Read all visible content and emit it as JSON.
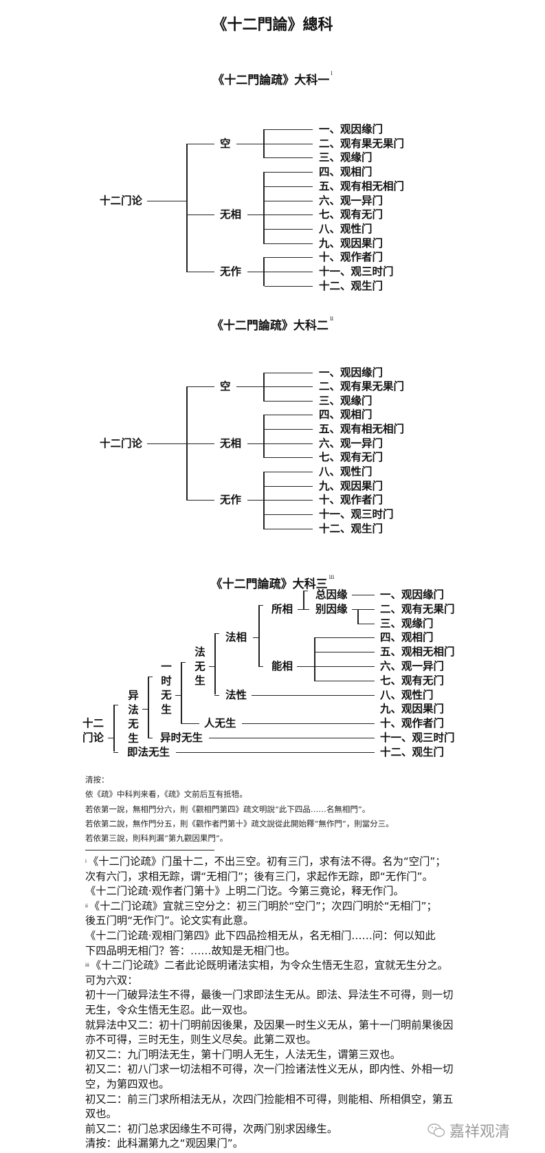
{
  "title": "《十二門論》總科",
  "sections": [
    {
      "title": "《十二門論疏》大科一",
      "footnote_mark": "i",
      "root": "十二门论",
      "groups": [
        {
          "label": "空",
          "leaves": [
            "一、观因缘门",
            "二、观有果无果门",
            "三、观缘门"
          ]
        },
        {
          "label": "无相",
          "leaves": [
            "四、观相门",
            "五、观有相无相门",
            "六、观一异门",
            "七、观有无门",
            "八、观性门",
            "九、观因果门"
          ]
        },
        {
          "label": "无作",
          "leaves": [
            "十、观作者门",
            "十一、观三时门",
            "十二、观生门"
          ]
        }
      ]
    },
    {
      "title": "《十二門論疏》大科二",
      "footnote_mark": "ii",
      "root": "十二门论",
      "groups": [
        {
          "label": "空",
          "leaves": [
            "一、观因缘门",
            "二、观有果无果门",
            "三、观缘门"
          ]
        },
        {
          "label": "无相",
          "leaves": [
            "四、观相门",
            "五、观有相无相门",
            "六、观一异门",
            "七、观有无门"
          ]
        },
        {
          "label": "无作",
          "leaves": [
            "八、观性门",
            "九、观因果门",
            "十、观作者门",
            "十一、观三时门",
            "十二、观生门"
          ]
        }
      ]
    },
    {
      "title": "《十二門論疏》大科三",
      "footnote_mark": "iii",
      "root": "十二门论",
      "nodes": {
        "yifa": "异法无生",
        "yishi": "一时无生",
        "fa": "法无生",
        "faxiang": "法相",
        "faxing": "法性",
        "suoxiang": "所相",
        "nengxiang": "能相",
        "zongyinyuan": "总因缘",
        "bieyinyuan": "别因缘",
        "renwusheng": "人无生",
        "yishiwusheng": "异时无生",
        "jifawusheng": "即法无生"
      },
      "leaves": [
        "一、观因缘门",
        "二、观有无果门",
        "三、观缘门",
        "四、观相门",
        "五、观相无相门",
        "六、观一异门",
        "七、观有无门",
        "八、观性门",
        "九、观因果门",
        "十、观作者门",
        "十一、观三时门",
        "十二、观生门"
      ]
    }
  ],
  "notes": [
    "清按：",
    "依《疏》中科判来看，《疏》文前后互有抵牾。",
    "若依第一說，無相門分六，則《觀相門第四》疏文明說“此下四品……名無相門”。",
    "若依第二說，無作門分五，則《觀作者門第十》疏文說從此開始釋“無作門”，則當分三。",
    "若依第三說，則科判漏“第九觀因果門”。"
  ],
  "footnotes": [
    {
      "mark": "i",
      "text": "《十二门论疏》门虽十二，不出三空。初有三门，求有法不得。名为“空门”；"
    },
    {
      "mark": "",
      "text": "次有六门，求相无踪，谓“无相门”；後有三门，求起作无踪，即“无作门”。"
    },
    {
      "mark": "",
      "text": "《十二门论疏·观作者门第十》上明二门讫。今第三竟论，释无作门。"
    },
    {
      "mark": "ii",
      "text": "《十二门论疏》宜就三空分之：初三门明於“空门”；次四门明於“无相门”；"
    },
    {
      "mark": "",
      "text": "後五门明“无作门”。论文实有此意。"
    },
    {
      "mark": "",
      "text": "《十二门论疏·观相门第四》此下四品捡相无从，名无相门……问：何以知此"
    },
    {
      "mark": "",
      "text": "下四品明无相门？答：……故知是无相门也。"
    },
    {
      "mark": "iii",
      "text": "《十二门论疏》二者此论既明诸法实相，为令众生悟无生忍，宜就无生分之。"
    },
    {
      "mark": "",
      "text": "可为六双："
    },
    {
      "mark": "",
      "text": "初十一门破异法生不得，最後一门求即法生无从。即法、异法生不可得，则一切"
    },
    {
      "mark": "",
      "text": "无生，令众生悟无生忍。此一双也。"
    },
    {
      "mark": "",
      "text": "就异法中又二：初十门明前因後果，及因果一时生义无从，第十一门明前果後因"
    },
    {
      "mark": "",
      "text": "亦不可得，三时无生，则生义尽矣。此第二双也。"
    },
    {
      "mark": "",
      "text": "初又二：九门明法无生，第十门明人无生，人法无生，谓第三双也。"
    },
    {
      "mark": "",
      "text": "初又二：初八门求一切法相不可得，次一门捡诸法性义无从，即内性、外相一切"
    },
    {
      "mark": "",
      "text": "空，为第四双也。"
    },
    {
      "mark": "",
      "text": "初又二：前三门求所相法无从，次四门捡能相不可得，则能相、所相俱空，第五"
    },
    {
      "mark": "",
      "text": "双也。"
    },
    {
      "mark": "",
      "text": "前又二：初门总求因缘生不可得，次两门别求因缘生。"
    },
    {
      "mark": "",
      "text": "清按：此科漏第九之“观因果门”。"
    }
  ],
  "watermark": "嘉祥观清",
  "colors": {
    "text": "#111111",
    "watermark": "#9a9a9a"
  }
}
